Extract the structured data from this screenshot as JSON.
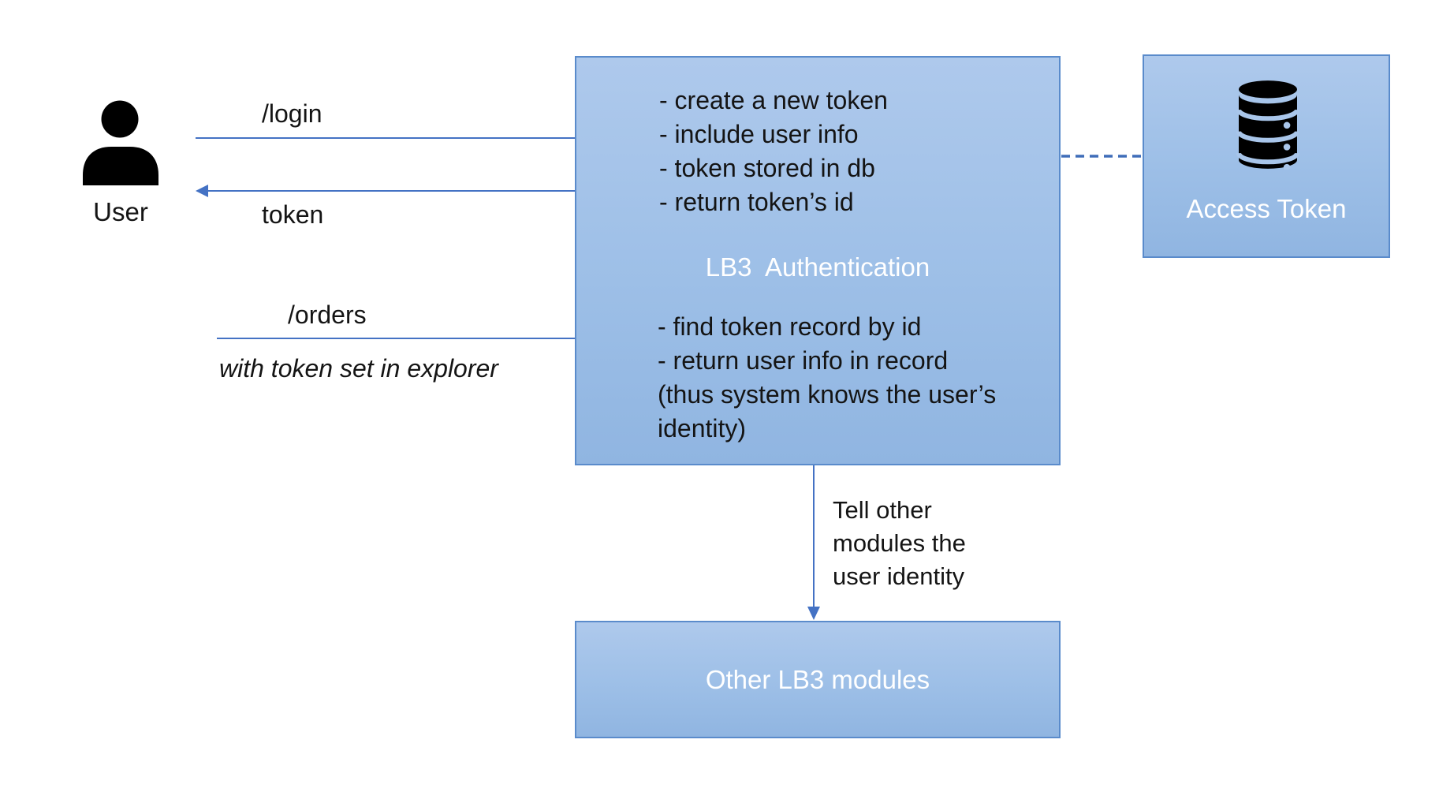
{
  "diagram": {
    "user": {
      "icon": "user-icon",
      "label": "User"
    },
    "connectors": {
      "login": {
        "label": "/login"
      },
      "token": {
        "label": "token"
      },
      "orders": {
        "label": "/orders",
        "note": "with token set in explorer"
      },
      "identity": {
        "lines": [
          "Tell other",
          "modules the",
          "user identity"
        ]
      },
      "access_link_style": "dashed"
    },
    "auth_box": {
      "title": "LB3  Authentication",
      "login_steps": [
        "- create a new token",
        "- include user info",
        "- token stored in db",
        "- return token’s id"
      ],
      "orders_steps": [
        "- find token record by id",
        "- return user info in record",
        "(thus system knows the user’s",
        "identity)"
      ]
    },
    "access_token_box": {
      "icon": "database-icon",
      "label": "Access Token"
    },
    "modules_box": {
      "label": "Other LB3 modules"
    },
    "colors": {
      "box_fill_top": "#aec9ec",
      "box_fill_bottom": "#90b5e1",
      "box_border": "#5a8bcb",
      "arrow_blue": "#4472c4",
      "dashed_blue": "#3f6db9",
      "label_white": "#ffffff",
      "text_black": "#141414",
      "icon_black": "#000000"
    }
  }
}
